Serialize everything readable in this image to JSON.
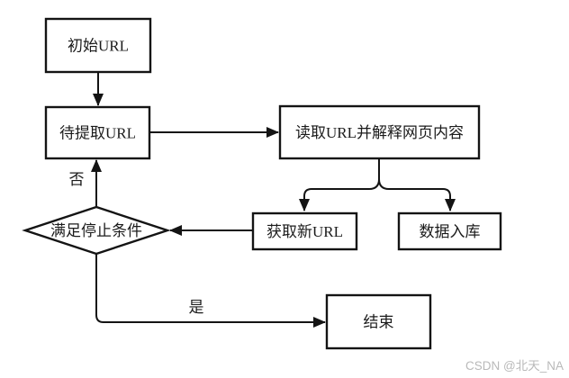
{
  "diagram": {
    "type": "flowchart",
    "nodes": {
      "start": {
        "label": "初始URL",
        "shape": "rect"
      },
      "pending": {
        "label": "待提取URL",
        "shape": "rect"
      },
      "read": {
        "label": "读取URL并解释网页内容",
        "shape": "rect"
      },
      "newurl": {
        "label": "获取新URL",
        "shape": "rect"
      },
      "store": {
        "label": "数据入库",
        "shape": "rect"
      },
      "condition": {
        "label": "满足停止条件",
        "shape": "diamond"
      },
      "end": {
        "label": "结束",
        "shape": "rect"
      }
    },
    "edge_labels": {
      "no": "否",
      "yes": "是"
    },
    "edges": [
      {
        "from": "start",
        "to": "pending"
      },
      {
        "from": "pending",
        "to": "read"
      },
      {
        "from": "read",
        "to": "newurl"
      },
      {
        "from": "read",
        "to": "store"
      },
      {
        "from": "newurl",
        "to": "condition"
      },
      {
        "from": "condition",
        "to": "pending",
        "label": "否"
      },
      {
        "from": "condition",
        "to": "end",
        "label": "是"
      }
    ],
    "colors": {
      "line": "#141414",
      "text": "#1b1b1b",
      "node_fill": "#ffffff",
      "background": "#ffffff"
    }
  },
  "watermark": {
    "text": "CSDN @北天_NA",
    "color": "#b9b9b9"
  }
}
